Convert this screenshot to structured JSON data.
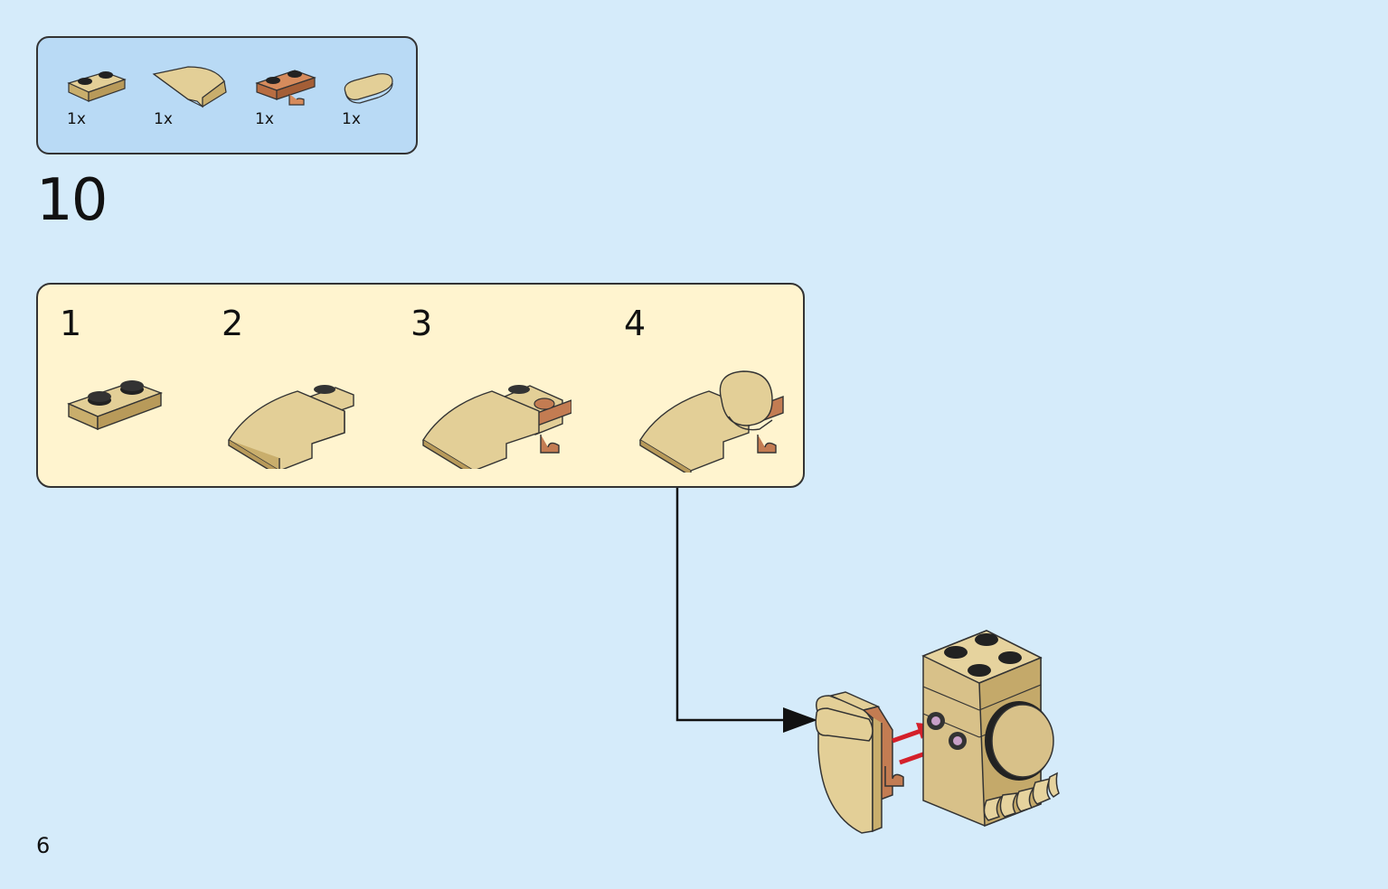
{
  "parts_list": {
    "items": [
      {
        "icon": "tan-plate-1x2-icon",
        "qty": "1x"
      },
      {
        "icon": "tan-curved-slope-icon",
        "qty": "1x"
      },
      {
        "icon": "brown-plate-with-clip-icon",
        "qty": "1x"
      },
      {
        "icon": "tan-rounded-tile-icon",
        "qty": "1x"
      }
    ]
  },
  "step": {
    "number": "10"
  },
  "substeps": [
    {
      "number": "1"
    },
    {
      "number": "2"
    },
    {
      "number": "3"
    },
    {
      "number": "4"
    }
  ],
  "page": {
    "number": "6"
  },
  "colors": {
    "background": "#d5ebfa",
    "parts_box": "#b9daf5",
    "substep_box": "#fff4cf",
    "tan": "#d8c189",
    "brown": "#c37c52",
    "arrow_red": "#d4202a"
  }
}
